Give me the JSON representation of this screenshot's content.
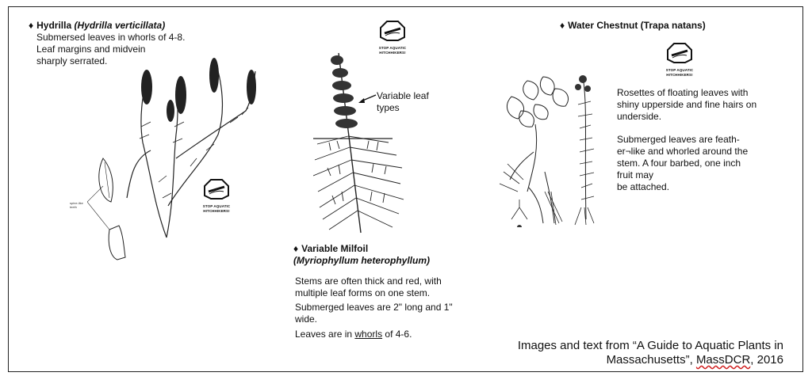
{
  "hydrilla": {
    "bullet": "♦",
    "name": "Hydrilla ",
    "latin": "(Hydrilla verticillata)",
    "desc": [
      "Submersed leaves in whorls of 4-8.",
      "Leaf margins and midvein",
      "sharply serrated."
    ],
    "leaf_note": "spine-like teeth"
  },
  "milfoil": {
    "arrow_label": [
      "Variable leaf",
      "types"
    ],
    "bullet": "♦",
    "name": "Variable Milfoil",
    "latin": "(Myriophyllum heterophyllum)",
    "p1": [
      "Stems are often thick and red, with",
      "multiple leaf forms on one stem."
    ],
    "p2": [
      "Submerged leaves are 2\" long and 1\"",
      "wide."
    ],
    "p3_prefix": "Leaves are in ",
    "p3_link": "whorls",
    "p3_suffix": " of 4-6."
  },
  "chestnut": {
    "bullet": "♦",
    "name": "Water Chestnut (Trapa natans)",
    "p1": [
      "Rosettes of floating leaves with",
      "shiny upperside and fine hairs on",
      "underside."
    ],
    "p2": [
      "Submerged leaves are feath-",
      "er¬like and whorled around the",
      "stem. A four barbed, one inch",
      "fruit may",
      "be attached."
    ]
  },
  "badge": {
    "line1": "STOP AQUATIC",
    "line2": "HITCHHIKERS!"
  },
  "citation": {
    "line1": "Images and text from “A Guide to Aquatic Plants in",
    "line2_prefix": "Massachusetts”, ",
    "line2_org": "MassDCR",
    "line2_suffix": ", 2016"
  },
  "icons": [
    "stop-aquatic-hitchhikers-badge-icon",
    "hydrilla-illustration",
    "milfoil-illustration",
    "water-chestnut-illustration",
    "arrow-icon"
  ]
}
